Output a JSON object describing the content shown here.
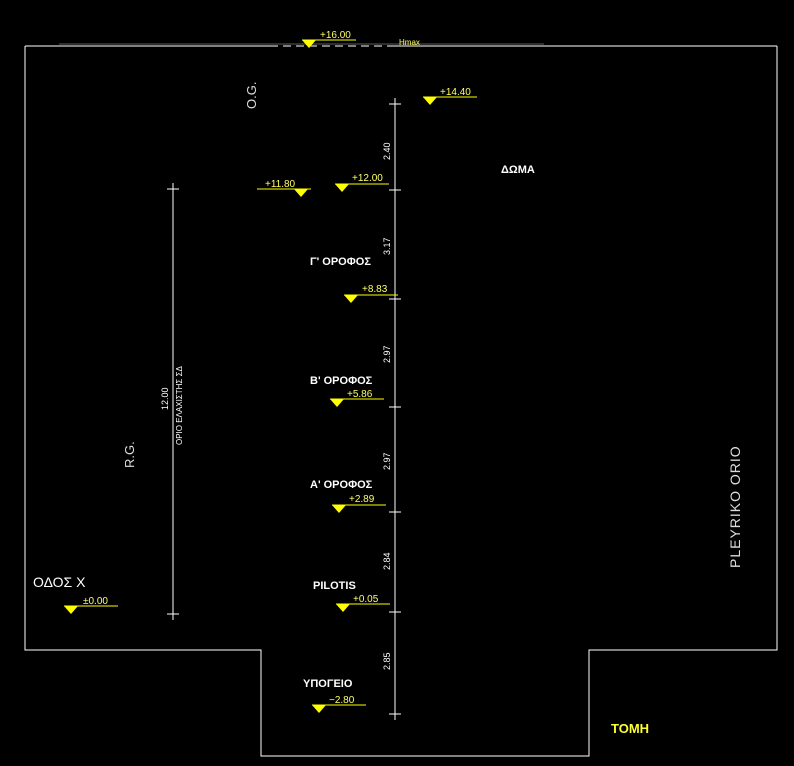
{
  "colors": {
    "background": "#000000",
    "outline": "#ffffff",
    "level_marker": "#ffff00",
    "level_text": "#ffff66",
    "floor_label": "#ffffff",
    "side_label": "#dddddd",
    "title": "#ffff33"
  },
  "hmax_label": "Hmax",
  "og_label": "O.G.",
  "rg_label": "R.G.",
  "street_label": "ΟΔΟΣ Χ",
  "street_level": "±0.00",
  "side_boundary_label": "PLEYRIKO ORIO",
  "title": "ΤΟΜΗ",
  "height_limit": {
    "value": "12.00",
    "label": "ΟΡΙΟ ΕΛΑΧΙΣΤΗΣ ΣΔ"
  },
  "top_levels": [
    {
      "value": "+16.00"
    },
    {
      "value": "+14.40"
    },
    {
      "value": "+11.80"
    }
  ],
  "floors": [
    {
      "name": "ΔΩΜΑ",
      "level": "+12.00"
    },
    {
      "name": "Γ' ΟΡΟΦΟΣ",
      "level": "+8.83"
    },
    {
      "name": "Β' ΟΡΟΦΟΣ",
      "level": "+5.86"
    },
    {
      "name": "Α' ΟΡΟΦΟΣ",
      "level": "+2.89"
    },
    {
      "name": "PILOTIS",
      "level": "+0.05"
    },
    {
      "name": "ΥΠΟΓΕΙΟ",
      "level": "−2.80"
    }
  ],
  "floor_heights": [
    "2.40",
    "3.17",
    "2.97",
    "2.97",
    "2.84",
    "2.85"
  ]
}
